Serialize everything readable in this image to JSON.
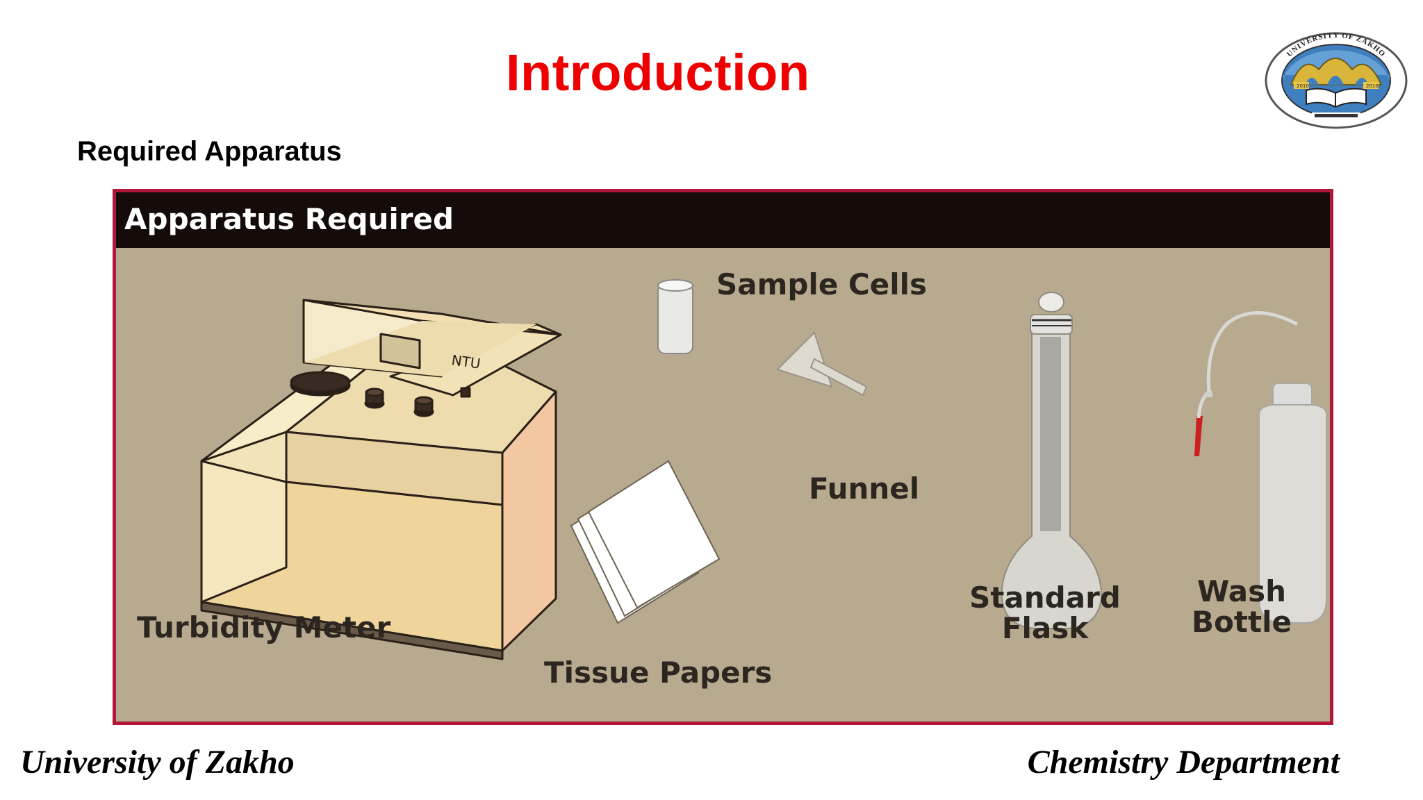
{
  "slide": {
    "title": "Introduction",
    "section_heading": "Required Apparatus"
  },
  "logo": {
    "ring_text": "UNIVERSITY OF ZAKHO",
    "left_year": "2010",
    "right_year": "2010"
  },
  "figure": {
    "header_title": "Apparatus Required",
    "labels": {
      "turbidity_meter": "Turbidity Meter",
      "display_unit": "NTU",
      "sample_cells": "Sample Cells",
      "funnel": "Funnel",
      "tissue_papers": "Tissue Papers",
      "standard_flask_line1": "Standard",
      "standard_flask_line2": "Flask",
      "wash_bottle_line1": "Wash",
      "wash_bottle_line2": "Bottle"
    },
    "colors": {
      "panel_background": "#b7aa8e",
      "panel_border": "#b0173a",
      "header_background": "#150b09"
    }
  },
  "footer": {
    "left": "University of Zakho",
    "right": "Chemistry Department"
  },
  "colors": {
    "title": "#ee0000"
  }
}
